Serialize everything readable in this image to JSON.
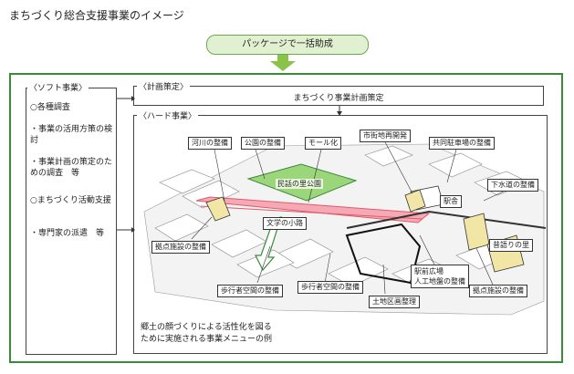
{
  "title": "まちづくり総合支援事業のイメージ",
  "package_label": "パッケージで一括助成",
  "soft": {
    "heading": "〈ソフト事業〉",
    "items": [
      "○各種調査",
      "・事業の活用方策の検討",
      "・事業計画の策定のための調査　等",
      "○まちづくり活動支援",
      "・専門家の派遣　等"
    ]
  },
  "plan": {
    "heading": "〈計画策定〉",
    "text": "まちづくり事業計画策定"
  },
  "hard": {
    "heading": "〈ハード事業〉",
    "labels": {
      "river": "河川の整備",
      "park": "公園の整備",
      "mall": "モール化",
      "redev": "市街地再開発",
      "parking": "共同駐車場の整備",
      "park_name": "民話の里公園",
      "station": "駅舎",
      "sewer": "下水道の整備",
      "lane": "文学の小路",
      "base1": "拠点施設の整備",
      "ped1": "歩行者空間の整備",
      "ped2": "歩行者空間の整備",
      "plaza1": "駅前広場",
      "plaza2": "人工地盤の整備",
      "land": "土地区画整理",
      "hometown": "昔語りの里",
      "base2": "拠点施設の整備"
    },
    "note_line1": "郷土の顔づくりによる活性化を図る",
    "note_line2": "ために実施される事業メニューの例"
  },
  "colors": {
    "frame_green": "#3a8a3a",
    "package_fill": "#e2f0d2",
    "arrow_green": "#8bc34a",
    "park_green": "#9bd67a",
    "mall_red": "#e05a6a",
    "facility_yellow": "#f2e6a6"
  }
}
